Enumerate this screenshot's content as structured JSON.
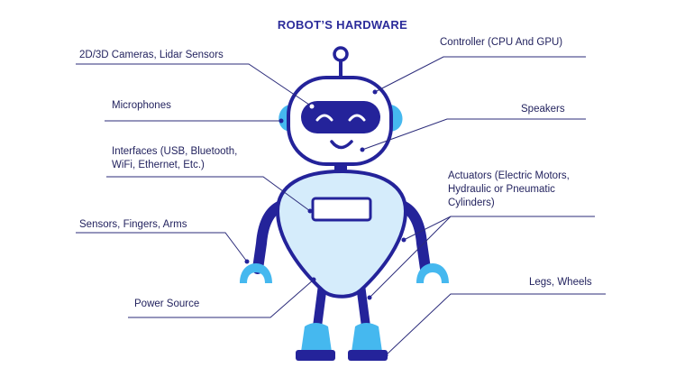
{
  "title": "ROBOT’S HARDWARE",
  "labels": {
    "cameras": "2D/3D Cameras, Lidar Sensors",
    "microphones": "Microphones",
    "interfaces_line1": "Interfaces (USB, Bluetooth,",
    "interfaces_line2": "WiFi, Ethernet, Etc.)",
    "sensors_fingers_arms": "Sensors, Fingers, Arms",
    "power_source": "Power Source",
    "controller": "Controller (CPU And GPU)",
    "speakers": "Speakers",
    "actuators_line1": "Actuators (Electric Motors,",
    "actuators_line2": "Hydraulic or Pneumatic",
    "actuators_line3": "Cylinders)",
    "legs_wheels": "Legs, Wheels"
  },
  "colors": {
    "navy": "#24239a",
    "light_blue": "#d5ecfb",
    "accent_blue": "#45b8ef",
    "line": "#2b2b7a",
    "text": "#23235f"
  }
}
